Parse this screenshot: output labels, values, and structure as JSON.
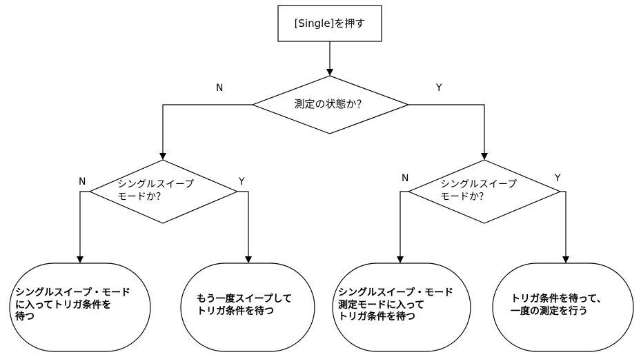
{
  "start": {
    "text": "[Single]を押す"
  },
  "decision_measuring": {
    "text": "測定の状態か？",
    "no": "N",
    "yes": "Y"
  },
  "decision_left": {
    "line1": "シングルスイープ",
    "line2": "モードか？",
    "no": "N",
    "yes": "Y"
  },
  "decision_right": {
    "line1": "シングルスイープ",
    "line2": "モードか？",
    "no": "N",
    "yes": "Y"
  },
  "outcome_1": {
    "line1": "シングルスイープ・モード",
    "line2": "に入ってトリガ条件を",
    "line3": "待つ"
  },
  "outcome_2": {
    "line1": "もう一度スイープして",
    "line2": "トリガ条件を待つ"
  },
  "outcome_3": {
    "line1": "シングルスイープ・モード",
    "line2": "測定モードに入って",
    "line3": "トリガ条件を待つ"
  },
  "outcome_4": {
    "line1": "トリガ条件を待って、",
    "line2": "一度の測定を行う"
  }
}
